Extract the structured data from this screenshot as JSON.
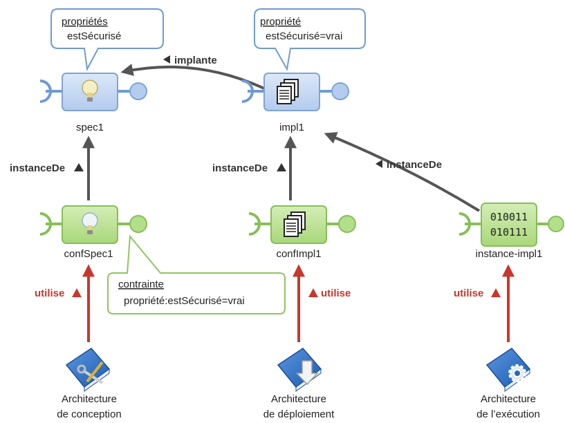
{
  "callouts": {
    "spec_title": "propriétés",
    "spec_value": "estSécurisé",
    "impl_title": "propriété",
    "impl_value": "estSécurisé=vrai",
    "constraint_title": "contrainte",
    "constraint_value": "propriété:estSécurisé=vrai"
  },
  "components": {
    "spec": "spec1",
    "impl": "impl1",
    "conf_spec": "confSpec1",
    "conf_impl": "confImpl1",
    "instance": "instance-impl1",
    "binary_line1": "010011",
    "binary_line2": "010111"
  },
  "relations": {
    "implements": "implante",
    "instance_of": "instanceDe",
    "uses": "utilise"
  },
  "architectures": {
    "design_line1": "Architecture",
    "design_line2": "de conception",
    "deploy_line1": "Architecture",
    "deploy_line2": "de déploiement",
    "exec_line1": "Architecture",
    "exec_line2": "de l’exécution"
  },
  "colors": {
    "blue_fill": "#bdd3f0",
    "blue_stroke": "#7fa3d6",
    "green_fill": "#b8df8d",
    "green_stroke": "#86bf57",
    "relation_arrow": "#555555",
    "uses_arrow": "#c8372d"
  },
  "icons": {
    "spec": "lightbulb-icon",
    "impl": "documents-icon",
    "design": "book-tools-icon",
    "deploy": "book-download-icon",
    "exec": "book-gear-icon"
  }
}
